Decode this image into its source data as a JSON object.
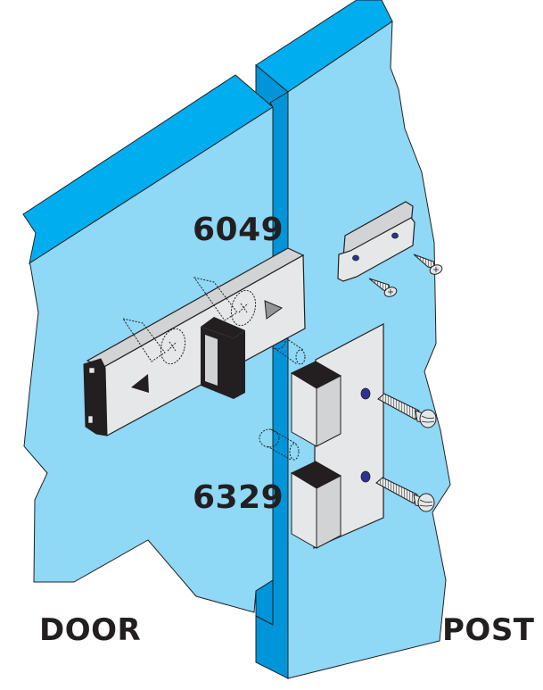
{
  "diagram": {
    "type": "exploded-installation-illustration",
    "labels": {
      "part_lock": "6049",
      "part_bracket": "6329",
      "door": "DOOR",
      "post": "POST"
    },
    "components": [
      {
        "id": "door-panel",
        "name": "Door"
      },
      {
        "id": "post-panel",
        "name": "Post"
      },
      {
        "id": "lock-body",
        "name": "6049 lock body",
        "arrows": [
          "left-arrow",
          "right-arrow"
        ]
      },
      {
        "id": "lock-striker-block",
        "name": "Black striker block on 6049"
      },
      {
        "id": "hook-bracket",
        "name": "Hook bracket with 2 holes"
      },
      {
        "id": "wood-screws",
        "name": "Wood screws",
        "count": 2
      },
      {
        "id": "strike-plate",
        "name": "6329 strike plate with 2 blocks"
      },
      {
        "id": "machine-screws",
        "name": "Machine screws",
        "count": 2
      },
      {
        "id": "dowel-pins",
        "name": "Dashed dowel pins",
        "count": 2
      },
      {
        "id": "hidden-screws",
        "name": "Dashed countersunk screws",
        "count": 2
      }
    ],
    "colors": {
      "panel_face": "#8fd8f6",
      "panel_top": "#00aeef",
      "panel_edge": "#0095d9",
      "metal_light": "#e6e7e8",
      "metal_mid": "#d1d3d4",
      "dark": "#231f20",
      "hole": "#2e3192",
      "outline": "#231f20",
      "background": "#ffffff"
    }
  }
}
